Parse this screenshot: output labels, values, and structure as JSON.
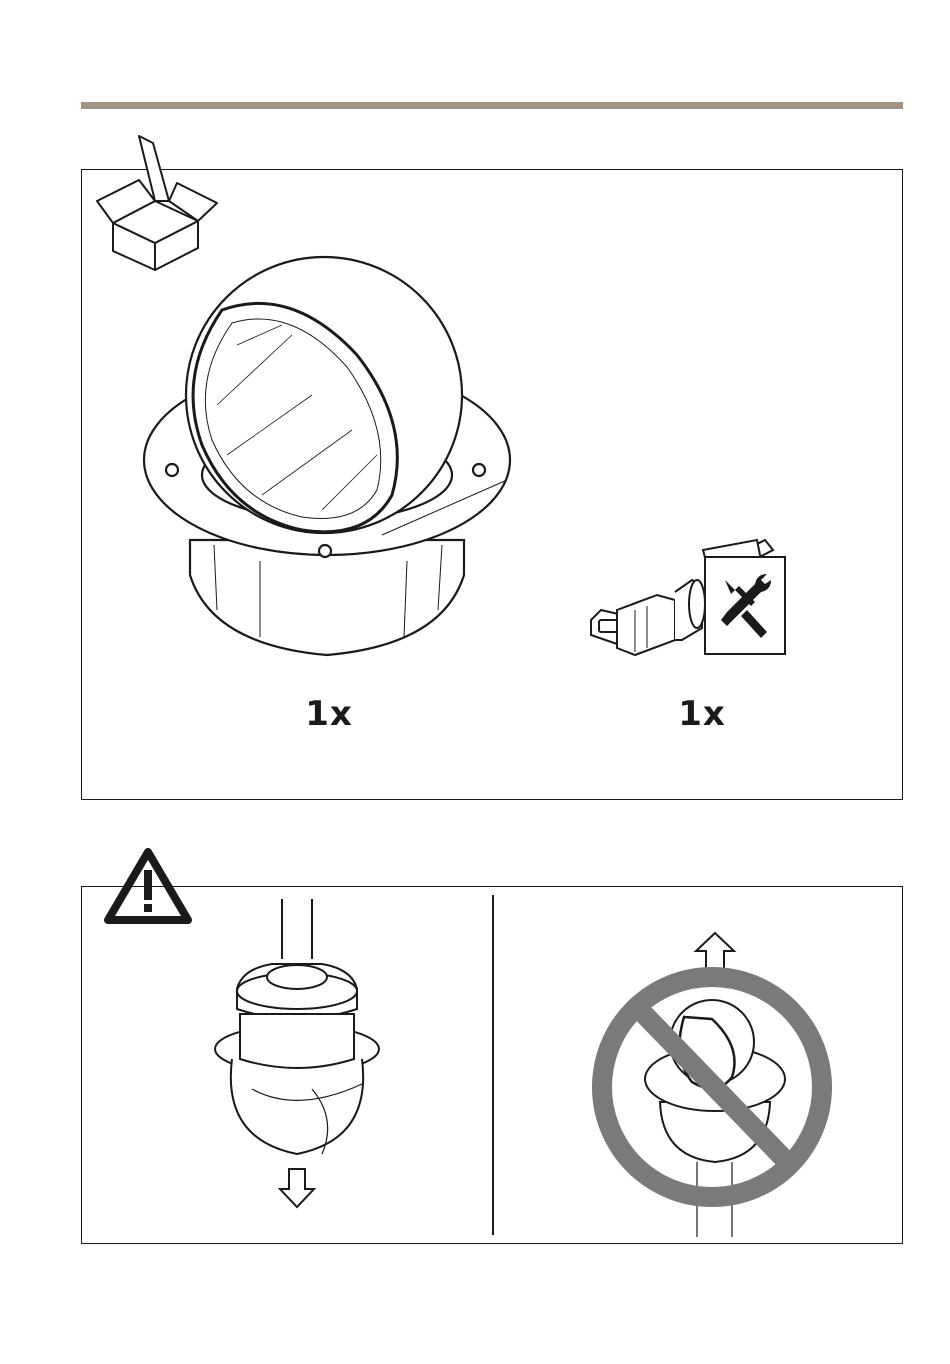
{
  "header": {
    "rule_color": "#a49483"
  },
  "contents_panel": {
    "box_icon": "open-box-icon",
    "items": [
      {
        "name": "dome-housing",
        "quantity": "1x"
      },
      {
        "name": "connector-and-installation-guide",
        "quantity": "1x"
      }
    ]
  },
  "warning_panel": {
    "warning_icon": "warning-triangle-icon",
    "left_panel": {
      "illustration": "camera-pull-down-allowed"
    },
    "right_panel": {
      "illustration": "dome-lift-prohibited",
      "prohibition_color": "#7a7a7a"
    }
  }
}
